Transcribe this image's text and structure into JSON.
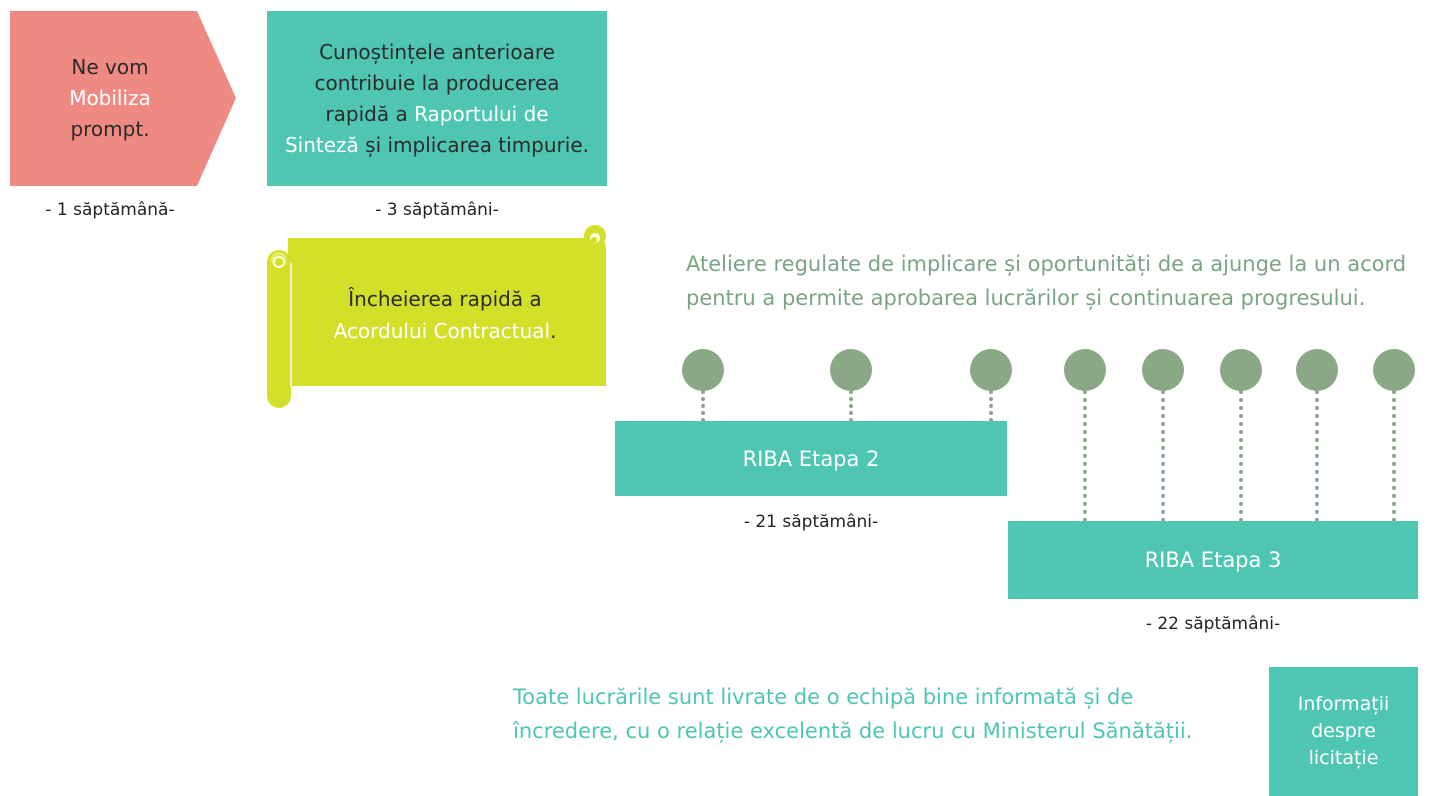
{
  "colors": {
    "mobilize": "#ee8a82",
    "teal": "#4fc6b1",
    "lime": "#d3e02a",
    "sage": "#8aa886",
    "note_teal": "#4fc6b1",
    "note_sage": "#7aa583"
  },
  "mobilize": {
    "line1": "Ne vom",
    "highlight": "Mobiliza",
    "line3": "prompt.",
    "duration": "- 1 săptămână-"
  },
  "knowledge": {
    "line1": "Cunoștințele anterioare",
    "line2": "contribuie la producerea",
    "line3_pre": "rapidă a ",
    "line3_hl": "Raportului de",
    "line4_hl": "Sinteză",
    "line4_post": " și implicarea timpurie.",
    "duration": "- 3 săptămâni-"
  },
  "contract": {
    "line1": "Încheierea rapidă a",
    "highlight": "Acordului Contractual",
    "end": "."
  },
  "workshops_note": {
    "line1": "Ateliere regulate de implicare și oportunități de a ajunge la un acord",
    "line2": "pentru a permite aprobarea lucrărilor și continuarea progresului."
  },
  "stage2": {
    "label": "RIBA Etapa 2",
    "duration": "- 21 săptămâni-"
  },
  "stage3": {
    "label": "RIBA Etapa 3",
    "duration": "- 22 săptămâni-"
  },
  "team_note": {
    "line1": "Toate lucrările sunt livrate de o echipă bine informată și de",
    "line2": "încredere, cu o relație excelentă de lucru cu Ministerul Sănătății."
  },
  "tender": {
    "line1": "Informații",
    "line2": "despre",
    "line3": "licitație"
  }
}
